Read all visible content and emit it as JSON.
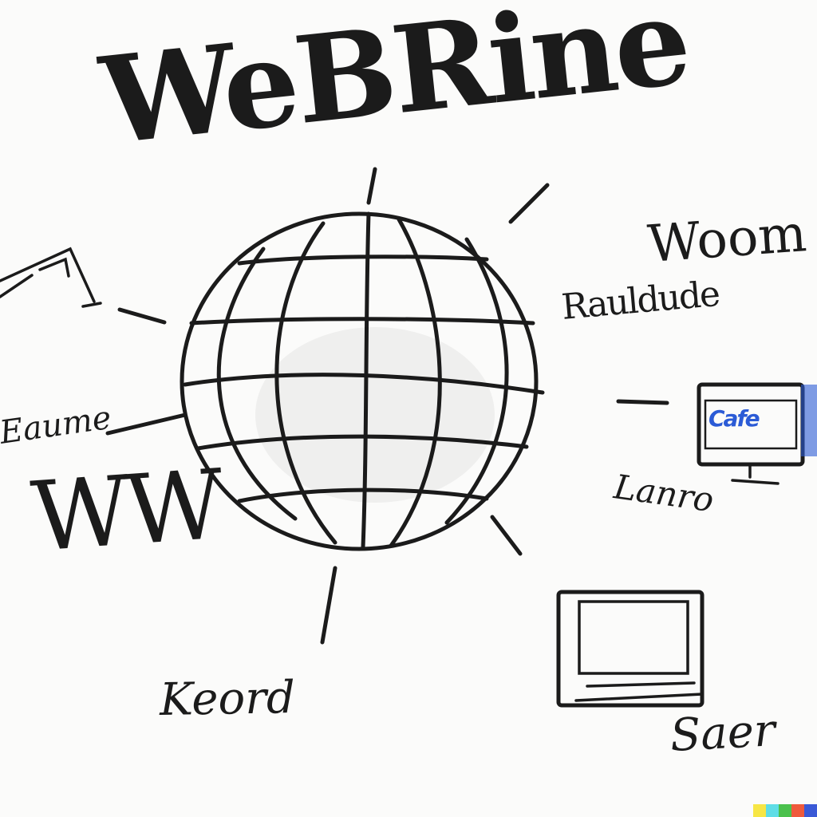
{
  "title": "WeBRine",
  "labels": {
    "www": "WW",
    "left": "Eaume",
    "woom": "Woom",
    "r_label": "Rauldude",
    "lanro": "Lanro",
    "keord": "Keord",
    "saer": "Saer"
  },
  "monitor": {
    "screen_text": "Cafe"
  },
  "colors": {
    "ink": "#1b1b1b",
    "accent": "#2b5bd6",
    "paper": "#fbfbfa"
  },
  "watermark": {
    "colors": [
      "#f7e645",
      "#5fdde6",
      "#4bc14d",
      "#ef5a3c",
      "#3a59d6"
    ]
  }
}
